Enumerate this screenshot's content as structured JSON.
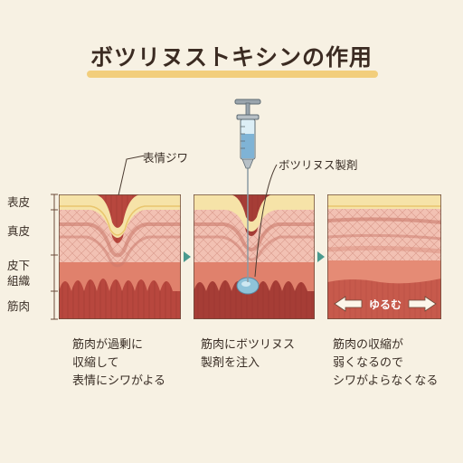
{
  "title": "ボツリヌストキシンの作用",
  "layer_labels": {
    "epidermis": "表皮",
    "dermis": "真皮",
    "subcutaneous_line1": "皮下",
    "subcutaneous_line2": "組織",
    "muscle": "筋肉"
  },
  "callouts": {
    "wrinkle": "表情ジワ",
    "botox": "ボツリヌス製剤",
    "relax": "ゆるむ"
  },
  "captions": {
    "panel1": [
      "筋肉が過剰に",
      "収縮して",
      "表情にシワがよる"
    ],
    "panel2": [
      "筋肉にボツリヌス",
      "製剤を注入"
    ],
    "panel3": [
      "筋肉の収縮が",
      "弱くなるので",
      "シワがよらなくなる"
    ]
  },
  "colors": {
    "background": "#f7f1e3",
    "epidermis": "#f6e3a8",
    "dermis": "#f2c1b3",
    "subcutaneous": "#e0816c",
    "muscle": "#b8473e",
    "arrow": "#4a9a8e",
    "title_highlight": "#f1c86a"
  }
}
